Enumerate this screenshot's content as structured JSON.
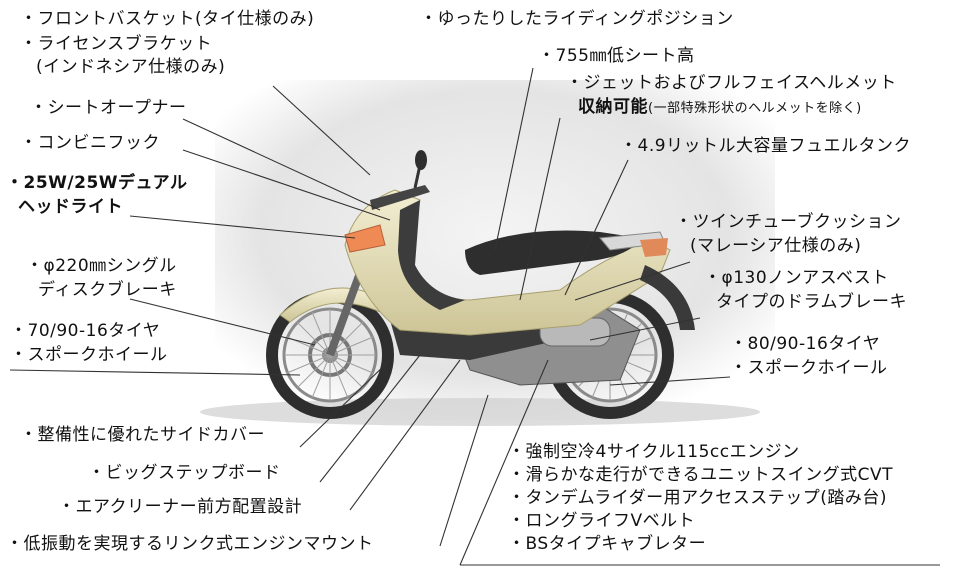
{
  "callouts": {
    "front_basket": "・フロントバスケット(タイ仕様のみ)",
    "license_bracket": "・ライセンスブラケット",
    "license_bracket_note": "(インドネシア仕様のみ)",
    "seat_opener": "・シートオープナー",
    "convenience_hook": "・コンビニフック",
    "headlight_1": "・25W/25Wデュアル",
    "headlight_2": "ヘッドライト",
    "front_disc_1": "・φ220㎜シングル",
    "front_disc_2": "ディスクブレーキ",
    "front_tire": "・70/90-16タイヤ",
    "front_wheel": "・スポークホイール",
    "side_cover": "・整備性に優れたサイドカバー",
    "step_board": "・ビッグステップボード",
    "air_cleaner": "・エアクリーナー前方配置設計",
    "engine_mount": "・低振動を実現するリンク式エンジンマウント",
    "riding_position": "・ゆったりしたライディングポジション",
    "seat_height": "・755㎜低シート高",
    "helmet_1": "・ジェットおよびフルフェイスヘルメット",
    "helmet_2": "収納可能",
    "helmet_note": "(一部特殊形状のヘルメットを除く)",
    "fuel_tank": "・4.9リットル大容量フュエルタンク",
    "rear_cushion_1": "・ツインチューブクッション",
    "rear_cushion_2": "(マレーシア仕様のみ)",
    "rear_brake_1": "・φ130ノンアスベスト",
    "rear_brake_2": "タイプのドラムブレーキ",
    "rear_tire": "・80/90-16タイヤ",
    "rear_wheel": "・スポークホイール",
    "engine_list": [
      "・強制空冷4サイクル115ccエンジン",
      "・滑らかな走行ができるユニットスイング式CVT",
      "・タンデムライダー用アクセスステップ(踏み台)",
      "・ロングライフVベルト",
      "・BSタイプキャブレター"
    ]
  },
  "colors": {
    "body_cream": "#ece6c4",
    "body_shadow": "#cfc79a",
    "dark_parts": "#3a3a3a",
    "backdrop": "#e6e6e6"
  }
}
